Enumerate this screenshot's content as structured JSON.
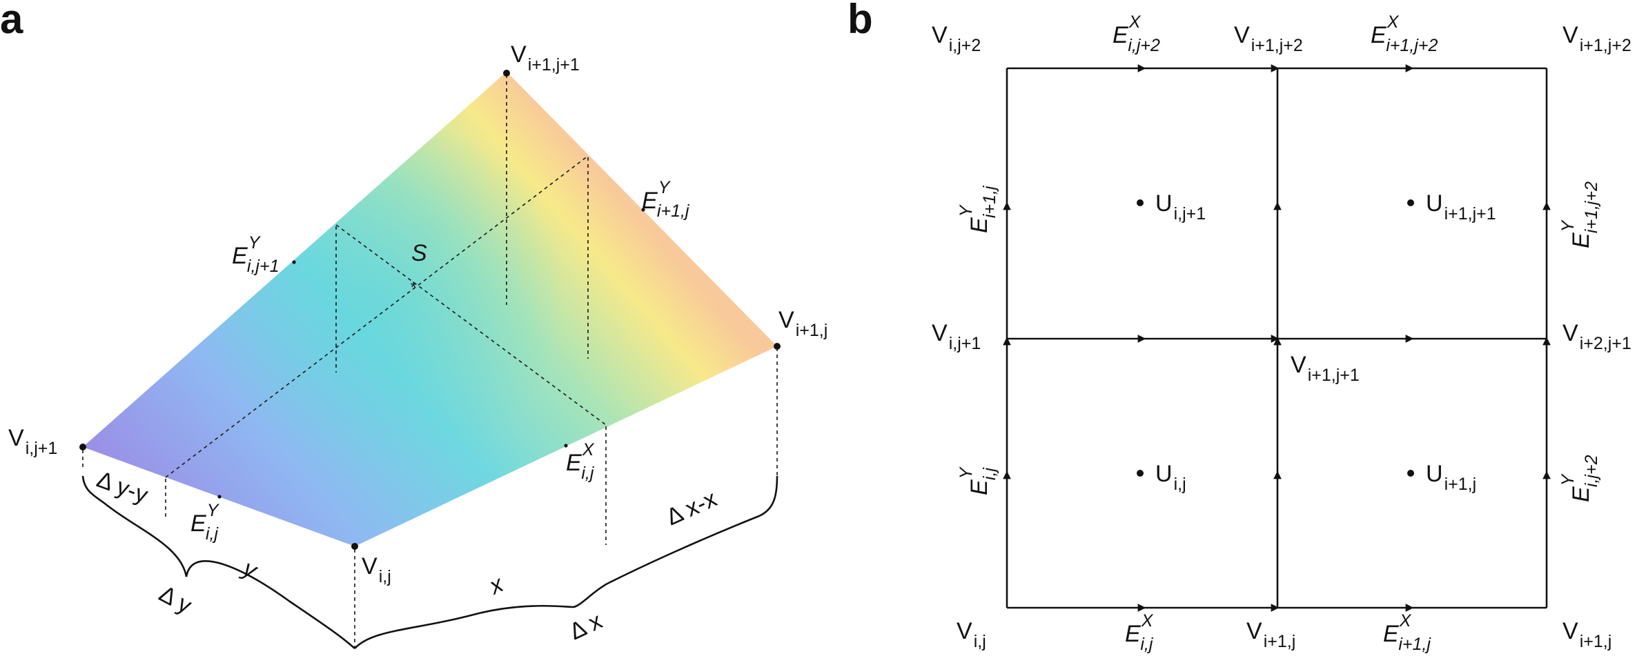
{
  "panels": {
    "a": "a",
    "b": "b"
  },
  "panel_a": {
    "vertices": {
      "top": {
        "base": "V",
        "sub": "i+1,j+1"
      },
      "right": {
        "base": "V",
        "sub": "i+1,j"
      },
      "left": {
        "base": "V",
        "sub": "i,j+1"
      },
      "bottom": {
        "base": "V",
        "sub": "i,j"
      }
    },
    "edges": {
      "upper_left": {
        "base": "E",
        "sup": "Y",
        "sub": "i,j+1"
      },
      "upper_right": {
        "base": "E",
        "sup": "Y",
        "sub": "i+1,j"
      },
      "lower_left": {
        "base": "E",
        "sup": "Y",
        "sub": "i,j"
      },
      "lower_right": {
        "base": "E",
        "sup": "X",
        "sub": "i,j"
      }
    },
    "center_point": "S",
    "dimensions": {
      "dy_minus_y": "Δ y-y",
      "y": "y",
      "dy": "Δ y",
      "x": "x",
      "dx": "Δ x",
      "dx_minus_x": "Δ x-x"
    },
    "surface_colors": [
      "#9b8fe6",
      "#8fb8f2",
      "#6fd8e0",
      "#a8e4b8",
      "#f7e98a",
      "#f8c99a"
    ]
  },
  "panel_b": {
    "vertices": {
      "top_left": {
        "base": "V",
        "sub": "i,j+2"
      },
      "top_mid": {
        "base": "V",
        "sub": "i+1,j+2"
      },
      "top_right": {
        "base": "V",
        "sub": "i+1,j+2"
      },
      "mid_left": {
        "base": "V",
        "sub": "i,j+1"
      },
      "center": {
        "base": "V",
        "sub": "i+1,j+1"
      },
      "mid_right": {
        "base": "V",
        "sub": "i+2,j+1"
      },
      "bottom_left": {
        "base": "V",
        "sub": "i,j"
      },
      "bottom_mid": {
        "base": "V",
        "sub": "i+1,j"
      },
      "bottom_right": {
        "base": "V",
        "sub": "i+1,j"
      }
    },
    "edges_x": {
      "top_left": {
        "base": "E",
        "sup": "X",
        "sub": "i,j+2"
      },
      "top_right": {
        "base": "E",
        "sup": "X",
        "sub": "i+1,j+2"
      },
      "bottom_left": {
        "base": "E",
        "sup": "X",
        "sub": "i,j"
      },
      "bottom_right": {
        "base": "E",
        "sup": "X",
        "sub": "i+1,j"
      }
    },
    "edges_y": {
      "left_upper": {
        "base": "E",
        "sup": "Y",
        "sub": "i+1,j"
      },
      "left_lower": {
        "base": "E",
        "sup": "Y",
        "sub": "i,j"
      },
      "right_upper": {
        "base": "E",
        "sup": "Y",
        "sub": "i+1,j+2"
      },
      "right_lower": {
        "base": "E",
        "sup": "Y",
        "sub": "i,j+2"
      }
    },
    "cells": {
      "top_left": {
        "base": "U",
        "sub": "i,j+1"
      },
      "top_right": {
        "base": "U",
        "sub": "i+1,j+1"
      },
      "bottom_left": {
        "base": "U",
        "sub": "i,j"
      },
      "bottom_right": {
        "base": "U",
        "sub": "i+1,j"
      }
    }
  }
}
